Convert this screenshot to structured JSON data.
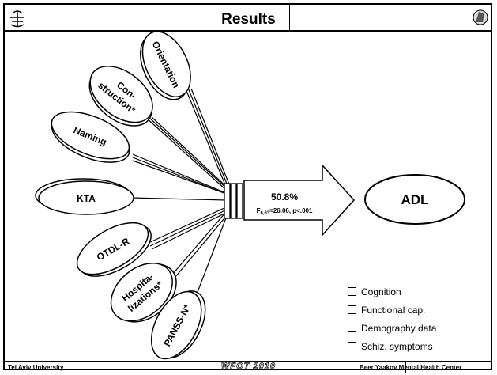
{
  "slide": {
    "title": "Results",
    "footer": {
      "left": "Tel Aviv University",
      "center": "WFOT 2010",
      "right": "Beer Yaakov Mental Health Center"
    }
  },
  "predictors": [
    {
      "id": "orientation",
      "label_lines": [
        "Orientation"
      ]
    },
    {
      "id": "construction",
      "label_lines": [
        "Con-",
        "struction*"
      ]
    },
    {
      "id": "naming",
      "label_lines": [
        "Naming"
      ]
    },
    {
      "id": "kta",
      "label_lines": [
        "KTA"
      ]
    },
    {
      "id": "otdl-r",
      "label_lines": [
        "OTDL-R"
      ]
    },
    {
      "id": "hospitalizations",
      "label_lines": [
        "Hospita-",
        "lizations*"
      ]
    },
    {
      "id": "panss-n",
      "label_lines": [
        "PANSS-N*"
      ]
    }
  ],
  "arrow": {
    "percent": "50.8%",
    "stat_prefix": "F",
    "stat_subscript": "6,63",
    "stat_rest": "=26.06, p<.001"
  },
  "outcome": {
    "label": "ADL"
  },
  "legend": [
    {
      "label": "Cognition"
    },
    {
      "label": "Functional cap."
    },
    {
      "label": "Demography data"
    },
    {
      "label": "Schiz. symptoms"
    }
  ],
  "colors": {
    "line": "#000000",
    "fill": "#ffffff"
  }
}
